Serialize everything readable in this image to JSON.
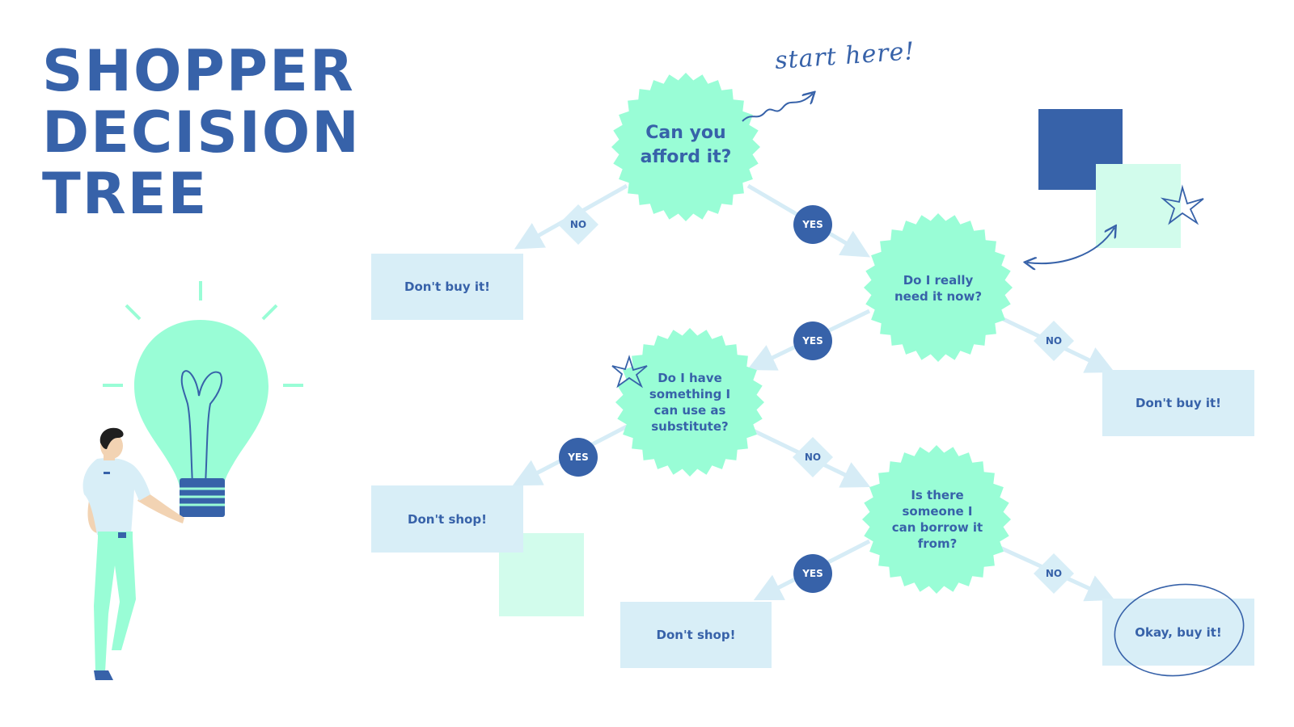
{
  "title": {
    "line1": "SHOPPER",
    "line2": "DECISION",
    "line3": "TREE"
  },
  "annotation": "start here!",
  "questions": {
    "q1": "Can you afford it?",
    "q2": "Do I really need it now?",
    "q3": "Do I have something I can use as substitute?",
    "q4": "Is there someone I can borrow it from?"
  },
  "outcomes": {
    "o1": "Don't buy it!",
    "o2": "Don't buy it!",
    "o3": "Don't shop!",
    "o4": "Don't shop!",
    "o5": "Okay, buy it!"
  },
  "badges": {
    "yes": "YES",
    "no": "NO"
  },
  "colors": {
    "brand_blue": "#3762a9",
    "mint": "#99fdd6",
    "pale_mint": "#d2fcec",
    "pale_blue": "#d8eef7",
    "connector": "#d6ecf6"
  },
  "icons": [
    "lightbulb-icon",
    "person-illustration",
    "star-doodle-icon",
    "curved-arrow-icon",
    "squiggle-arrow-icon"
  ]
}
